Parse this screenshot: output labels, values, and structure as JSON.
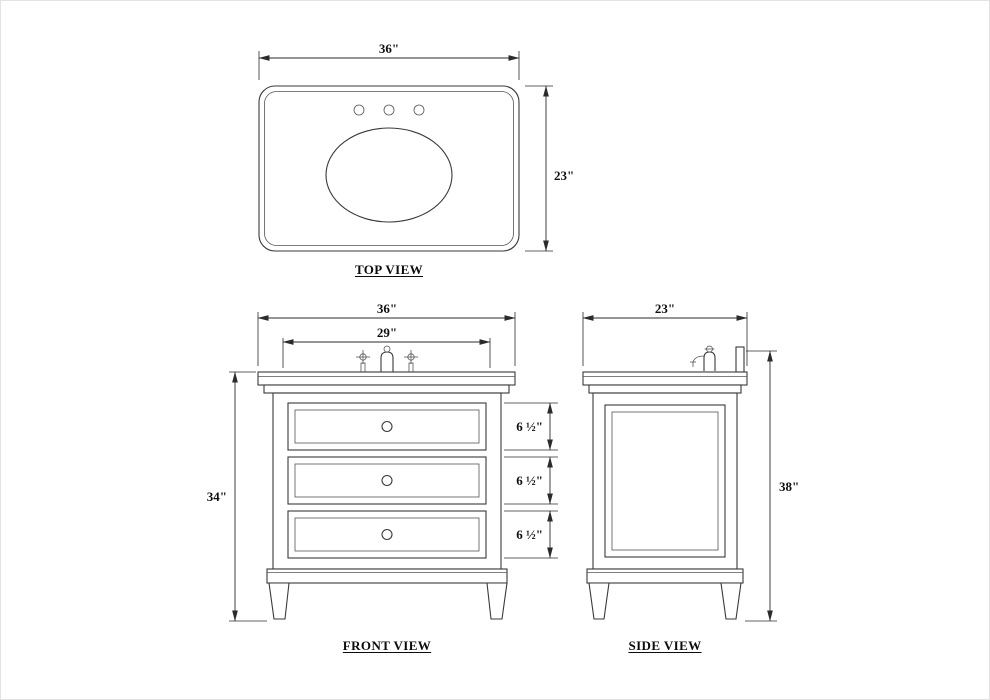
{
  "canvas": {
    "background": "#ffffff",
    "line_color": "#3a3a3a",
    "dim_color": "#2b2b2b"
  },
  "views": {
    "top": {
      "label": "TOP VIEW",
      "dims": {
        "width": "36\"",
        "depth": "23\""
      }
    },
    "front": {
      "label": "FRONT VIEW",
      "dims": {
        "width": "36\"",
        "inner_width": "29\"",
        "height": "34\"",
        "drawer1": "6 ½\"",
        "drawer2": "6 ½\"",
        "drawer3": "6 ½\""
      }
    },
    "side": {
      "label": "SIDE VIEW",
      "dims": {
        "width": "23\"",
        "height": "38\""
      }
    }
  }
}
